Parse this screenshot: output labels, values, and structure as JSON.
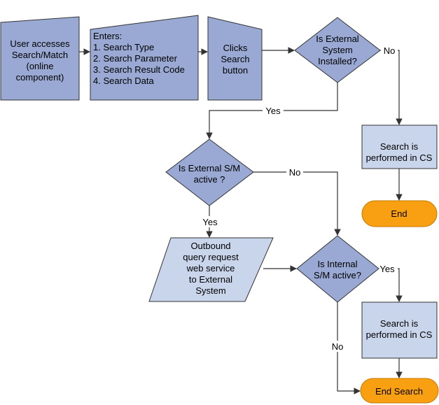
{
  "colors": {
    "dark_shape": "#99A9D3",
    "light_shape": "#C9D5EB",
    "stroke": "#333333",
    "terminal": "#F9A012",
    "terminal_stroke": "#C07A00"
  },
  "nodes": {
    "user_access": [
      "User accesses",
      "Search/Match",
      "(online",
      "component)"
    ],
    "enters": [
      "Enters:",
      "1. Search Type",
      "2. Search Parameter",
      "3. Search Result Code",
      "4. Search Data"
    ],
    "clicks": [
      "Clicks",
      "Search",
      "button"
    ],
    "ext_installed": [
      "Is External",
      "System",
      "Installed?"
    ],
    "cs_search_1": [
      "Search is",
      "performed in CS"
    ],
    "end": [
      "End"
    ],
    "ext_sm_active": [
      "Is External S/M",
      "active ?"
    ],
    "outbound": [
      "Outbound",
      "query request",
      "web service",
      "to External",
      "System"
    ],
    "int_sm_active": [
      "Is Internal",
      "S/M active?"
    ],
    "cs_search_2": [
      "Search is",
      "performed in CS"
    ],
    "end_search": [
      "End Search"
    ]
  },
  "edge_labels": {
    "installed_no": "No",
    "installed_yes": "Yes",
    "ext_active_no": "No",
    "ext_active_yes": "Yes",
    "int_active_yes": "Yes",
    "int_active_no": "No"
  }
}
